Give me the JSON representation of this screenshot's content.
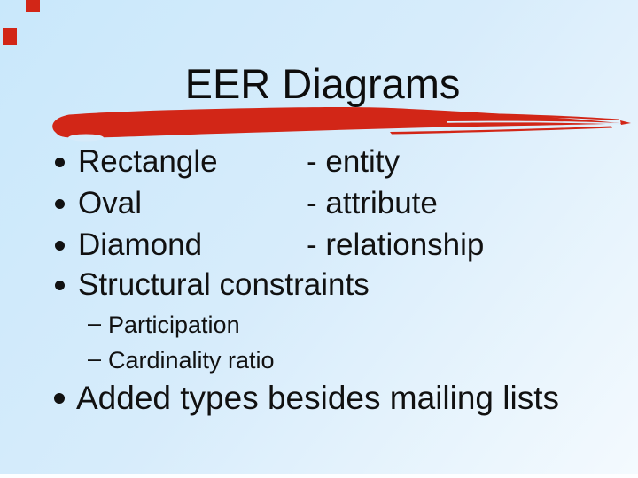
{
  "title": "EER Diagrams",
  "bullets": [
    {
      "marker": "•",
      "term": "Rectangle",
      "definition": "- entity"
    },
    {
      "marker": "•",
      "term": "Oval",
      "definition": "- attribute"
    },
    {
      "marker": "•",
      "term": "Diamond",
      "definition": "- relationship"
    },
    {
      "marker": "•",
      "term": "Structural constraints"
    },
    {
      "marker": "–",
      "term": "Participation"
    },
    {
      "marker": "–",
      "term": "Cardinality ratio"
    },
    {
      "marker": "•",
      "term": "Added types besides mailing lists"
    }
  ],
  "colors": {
    "accent_red": "#d22617",
    "text": "#111111",
    "background_top_left": "#c9e8fb",
    "background_bottom_right": "#f4fafe"
  }
}
